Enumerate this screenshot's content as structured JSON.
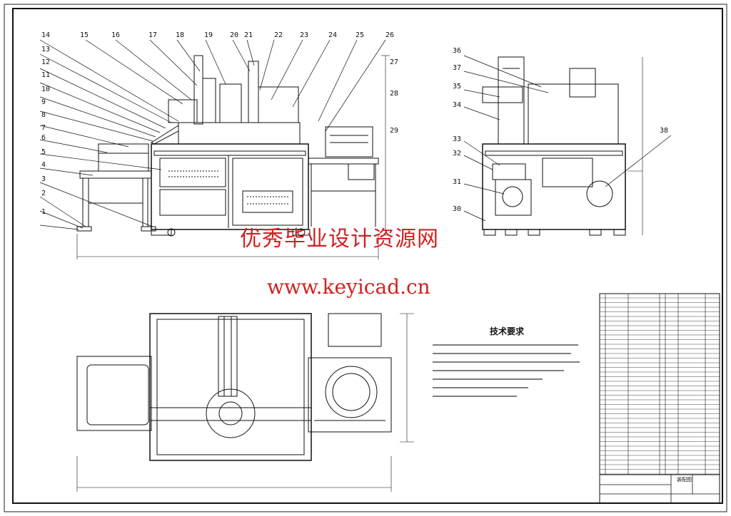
{
  "front_view_balloons": [
    "1",
    "2",
    "3",
    "4",
    "5",
    "6",
    "7",
    "8",
    "9",
    "10",
    "11",
    "12",
    "13",
    "14",
    "15",
    "16",
    "17",
    "18",
    "19",
    "20",
    "21",
    "22",
    "23",
    "24",
    "25",
    "26",
    "27",
    "28",
    "29"
  ],
  "side_view_balloons": [
    "36",
    "37",
    "35",
    "34",
    "33",
    "32",
    "31",
    "30",
    "38"
  ],
  "watermark": {
    "line1": "优秀毕业设计资源网",
    "line2": "www.keyicad.cn",
    "color": "#d42020"
  },
  "tech_requirements": {
    "heading": "技术要求"
  },
  "title_block": {
    "drawing_title": "装配图"
  },
  "colors": {
    "line": "#111111",
    "watermark": "#d42020"
  }
}
